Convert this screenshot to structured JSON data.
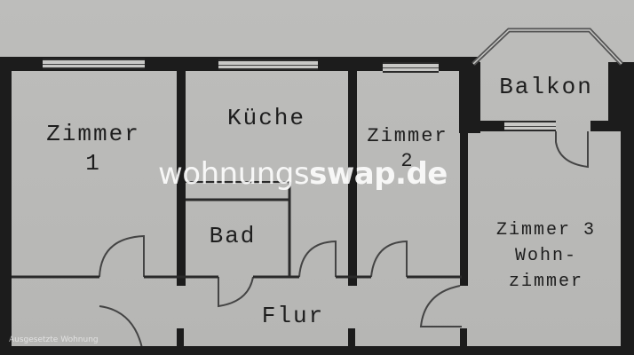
{
  "floorplan": {
    "rooms": [
      {
        "id": "zimmer1",
        "label_line1": "Zimmer",
        "label_line2": "1"
      },
      {
        "id": "kueche",
        "label_line1": "Küche"
      },
      {
        "id": "zimmer2",
        "label_line1": "Zimmer",
        "label_line2": "2"
      },
      {
        "id": "balkon",
        "label_line1": "Balkon"
      },
      {
        "id": "bad",
        "label_line1": "Bad"
      },
      {
        "id": "flur",
        "label_line1": "Flur"
      },
      {
        "id": "zimmer3",
        "label_line1": "Zimmer 3",
        "label_line2": "Wohn-",
        "label_line3": "zimmer"
      }
    ]
  },
  "watermark": {
    "part1": "wohnungs",
    "part2": "swap.de"
  },
  "caption": "Ausgesetzte Wohnung"
}
